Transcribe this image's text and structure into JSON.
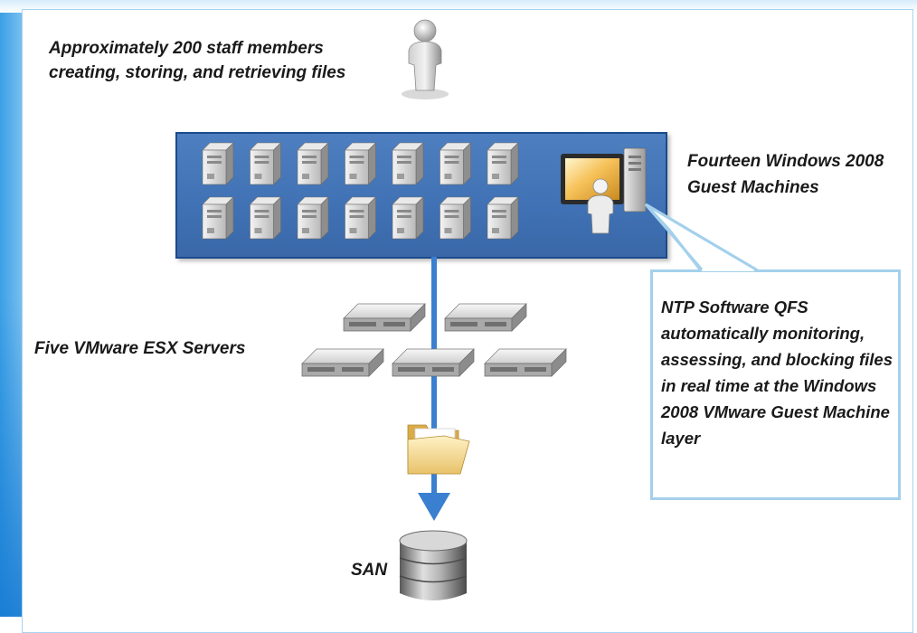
{
  "labels": {
    "staff": "Approximately 200 staff members creating, storing, and retrieving files",
    "guest_machines": "Fourteen Windows 2008 Guest Machines",
    "esx_servers": "Five VMware ESX Servers",
    "qfs_callout": "NTP Software QFS automatically monitoring, assessing, and blocking files in real time at the Windows 2008 VMware Guest Machine layer",
    "san": "SAN"
  },
  "counts": {
    "guest_machines": 14,
    "esx_servers": 5
  },
  "icons": [
    "user-icon",
    "computer-tower-icon",
    "admin-workstation-icon",
    "rack-server-icon",
    "folder-icon",
    "database-icon"
  ],
  "colors": {
    "panel_blue": "#4576ba",
    "flow_arrow": "#3a7fd0",
    "callout_border": "#a4d0ec",
    "background_accent": "#3aa0e6"
  }
}
